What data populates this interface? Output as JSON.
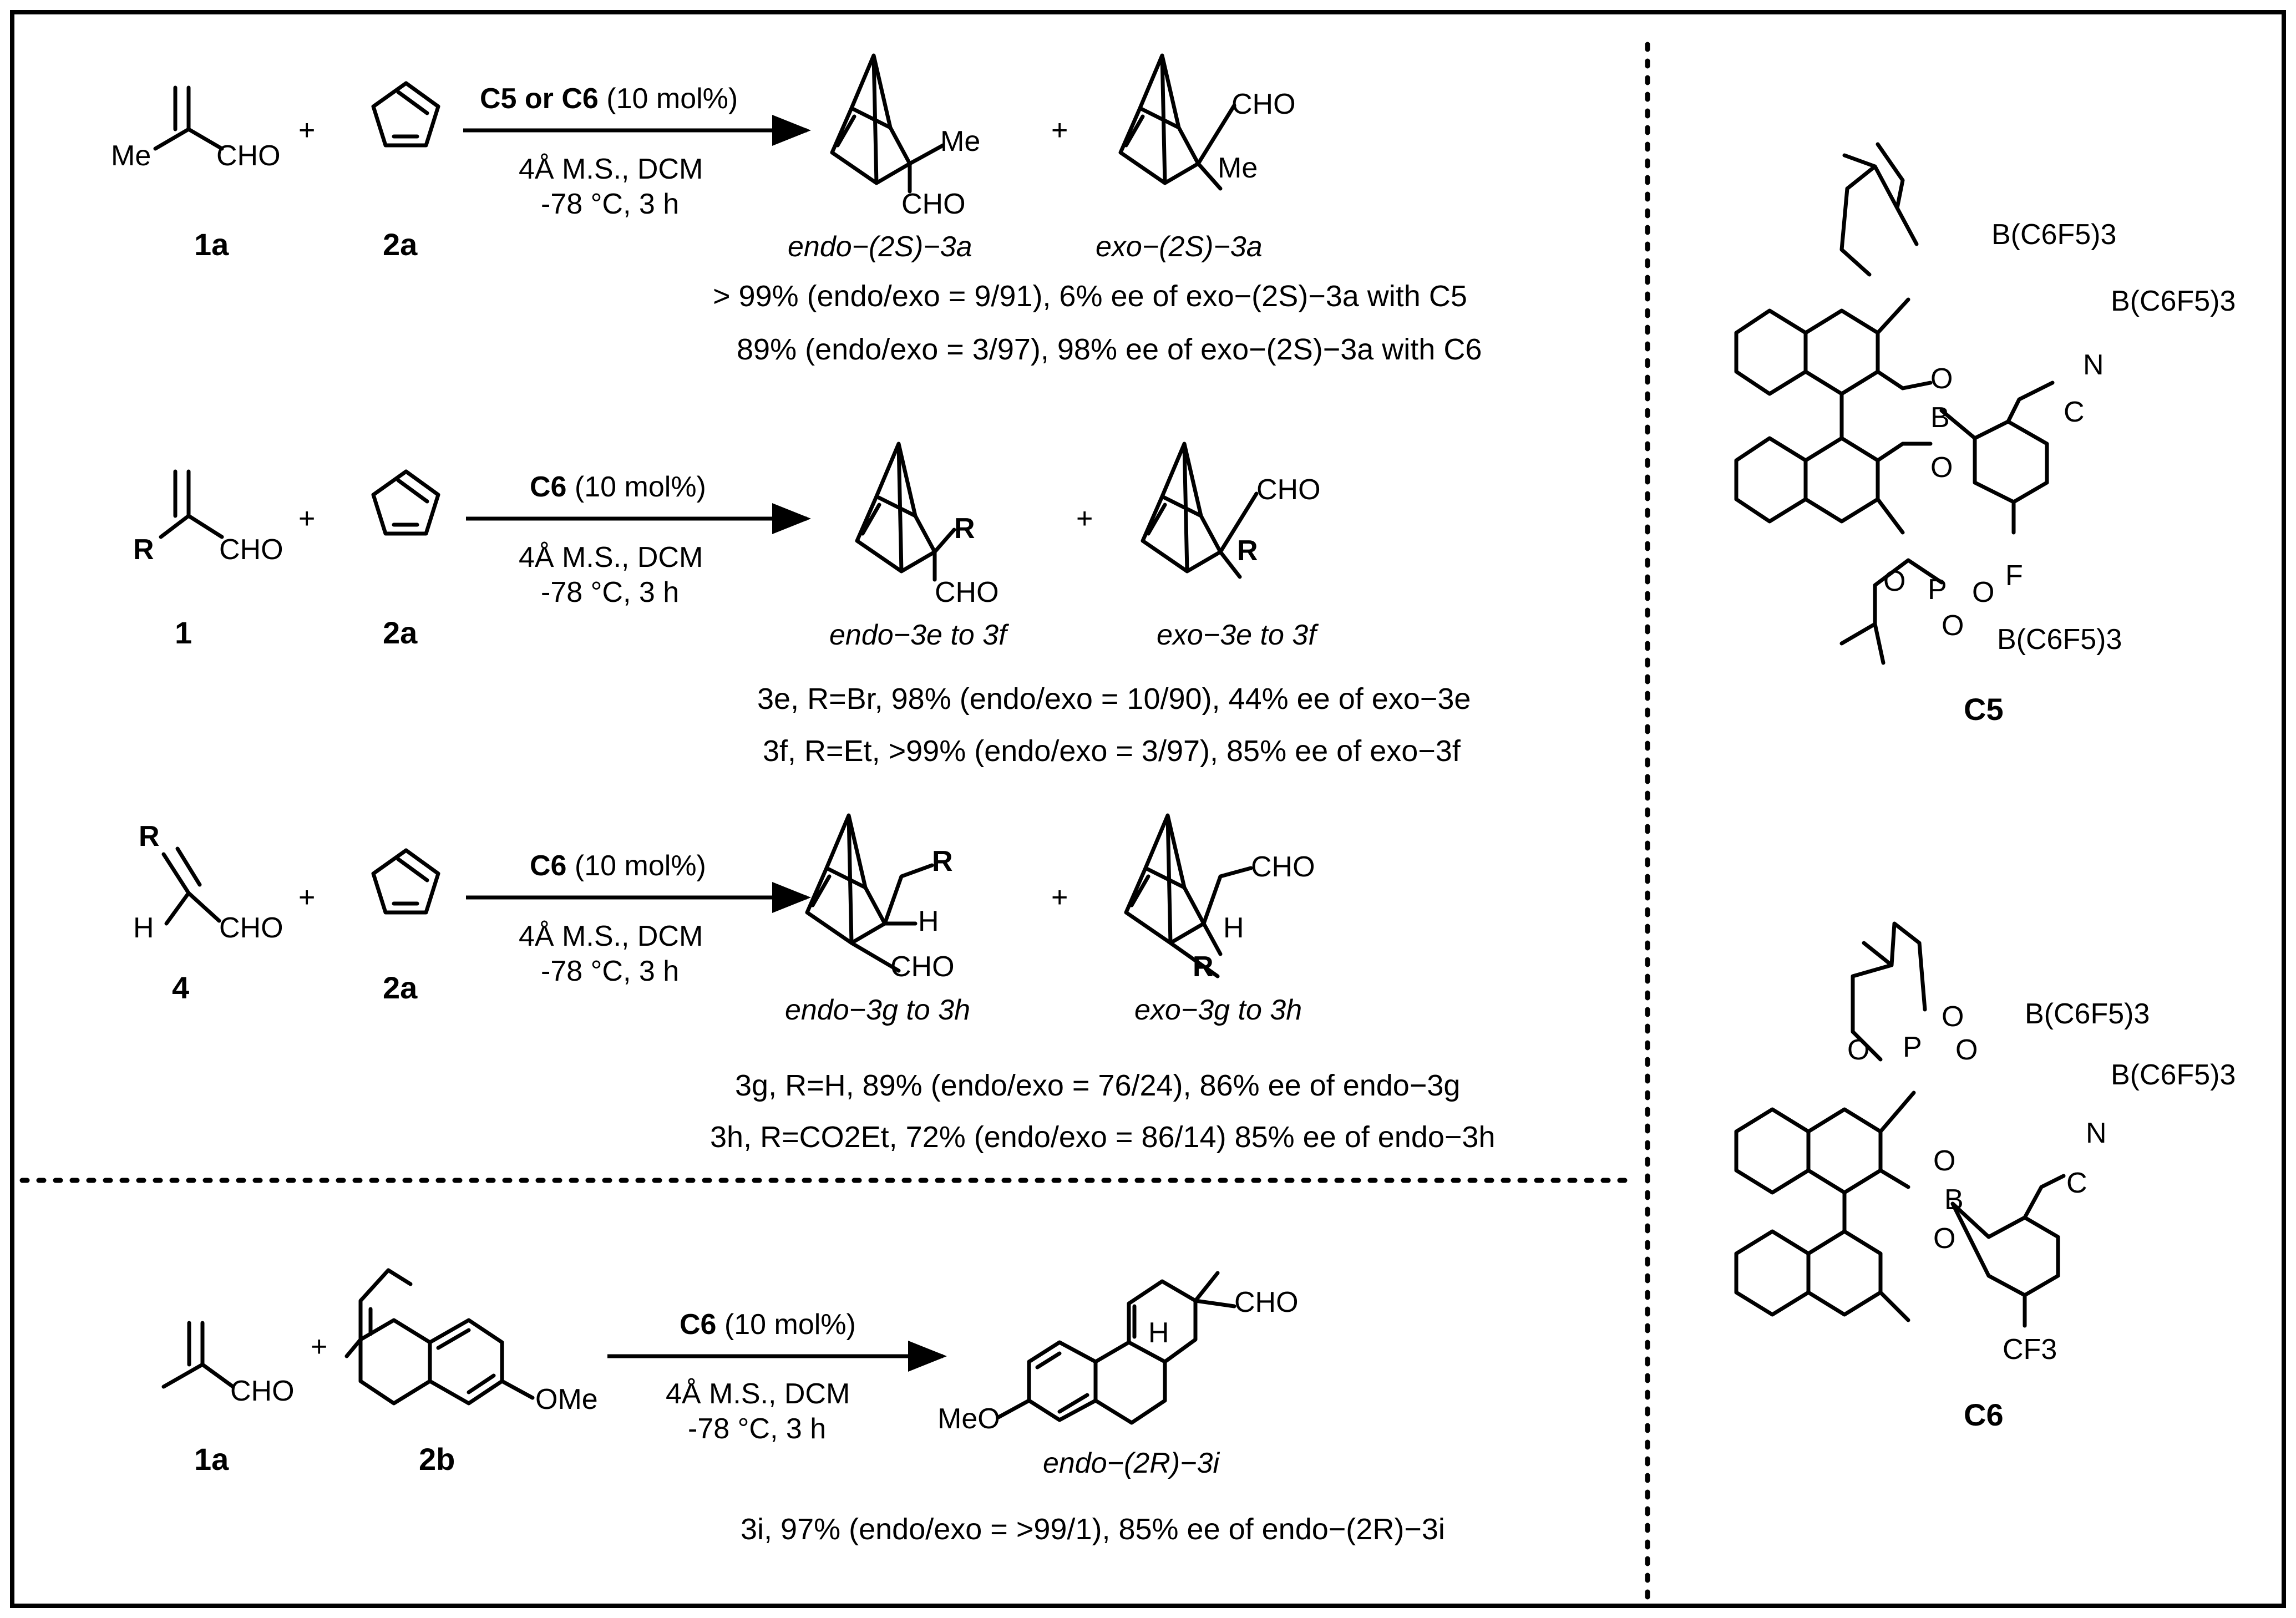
{
  "reaction1": {
    "condition_catalyst": "C5 or C6",
    "condition_loading": " (10 mol%)",
    "condition_2": "4Å M.S., DCM",
    "condition_3": "-78 °C, 3 h",
    "label_1a": "1a",
    "label_2a": "2a",
    "sub_me": "Me",
    "sub_cho": "CHO",
    "prod_endo": "endo−(2S)−3a",
    "prod_exo": "exo−(2S)−3a",
    "result_1": "> 99% (endo/exo = 9/91), 6% ee of exo−(2S)−3a with C5",
    "result_2": "89% (endo/exo = 3/97), 98% ee of exo−(2S)−3a with C6"
  },
  "reaction2": {
    "condition_catalyst": "C6",
    "condition_loading": " (10 mol%)",
    "condition_2": "4Å M.S., DCM",
    "condition_3": "-78 °C, 3 h",
    "label_1": "1",
    "label_2a": "2a",
    "sub_r": "R",
    "sub_cho": "CHO",
    "prod_endo": "endo−3e to 3f",
    "prod_exo": "exo−3e to 3f",
    "result_1": "3e, R=Br,  98% (endo/exo = 10/90), 44% ee of exo−3e",
    "result_2": "3f, R=Et, >99% (endo/exo = 3/97),  85% ee of exo−3f"
  },
  "reaction3": {
    "condition_catalyst": "C6",
    "condition_loading": " (10 mol%)",
    "condition_2": "4Å M.S., DCM",
    "condition_3": "-78 °C, 3 h",
    "label_4": "4",
    "label_2a": "2a",
    "sub_r": "R",
    "sub_h": "H",
    "sub_cho": "CHO",
    "prod_endo": "endo−3g to 3h",
    "prod_exo": "exo−3g to 3h",
    "result_1": "3g, R=H, 89% (endo/exo = 76/24),  86% ee of endo−3g",
    "result_2": "3h, R=CO2Et, 72% (endo/exo = 86/14)  85% ee of endo−3h"
  },
  "reaction4": {
    "condition_catalyst": "C6",
    "condition_loading": " (10 mol%)",
    "condition_2": "4Å M.S., DCM",
    "condition_3": "-78 °C, 3 h",
    "label_1a": "1a",
    "label_2b": "2b",
    "sub_ome": "OMe",
    "sub_meo": "MeO",
    "sub_h": "H",
    "sub_cho": "CHO",
    "prod": "endo−(2R)−3i",
    "result_1": "3i, 97% (endo/exo = >99/1),  85% ee of endo−(2R)−3i"
  },
  "catalysts": {
    "c5_label": "C5",
    "c6_label": "C6",
    "b_c6f5": "B(C6F5)3",
    "atom_o": "O",
    "atom_p": "P",
    "atom_b": "B",
    "atom_c": "C",
    "atom_n": "N",
    "atom_f": "F",
    "cf3": "CF3"
  }
}
